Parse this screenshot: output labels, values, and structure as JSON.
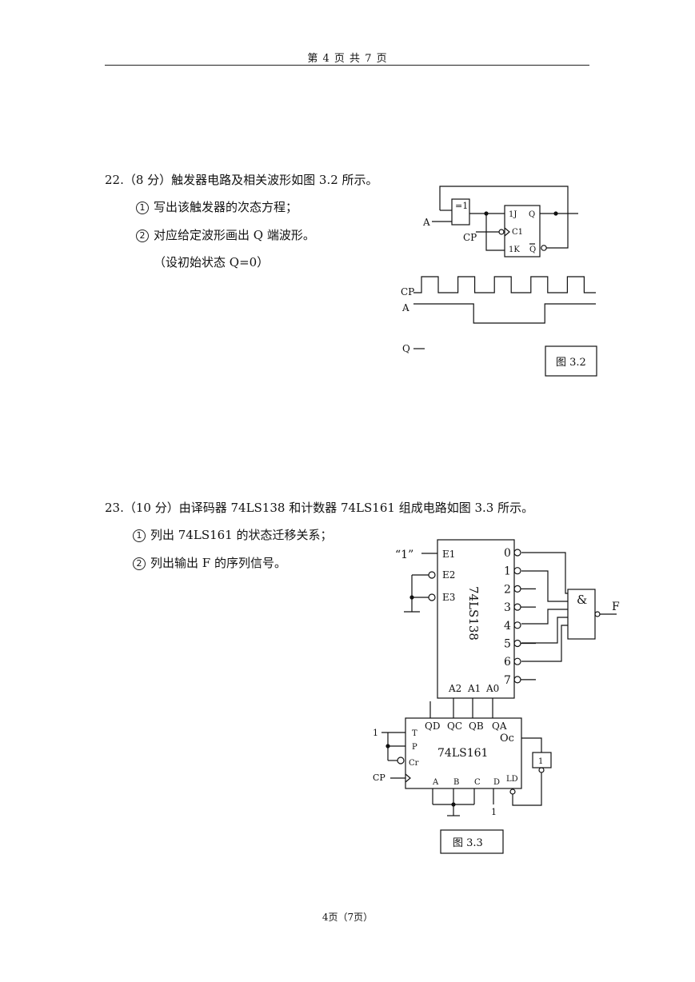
{
  "header": {
    "text": "第 4 页 共 7 页"
  },
  "q22": {
    "title": "22.（8 分）触发器电路及相关波形如图 3.2 所示。",
    "items": [
      {
        "marker": "1",
        "text": "写出该触发器的次态方程；"
      },
      {
        "marker": "2",
        "text": "对应给定波形画出 Q 端波形。"
      }
    ],
    "note": "（设初始状态 Q=0）"
  },
  "fig32": {
    "xor_label": "=1",
    "ff_labels": {
      "j": "1J",
      "c": "C1",
      "k": "1K",
      "q": "Q",
      "qbar": "Q"
    },
    "input_a": "A",
    "input_cp": "CP",
    "wave_cp": "CP",
    "wave_a": "A",
    "wave_q": "Q",
    "caption": "图 3.2",
    "cp_pulses": 5,
    "a_low_interval_fraction": [
      0.33,
      0.72
    ]
  },
  "q23": {
    "title": "23.（10 分）由译码器 74LS138 和计数器 74LS161 组成电路如图 3.3 所示。",
    "items": [
      {
        "marker": "1",
        "text": "列出 74LS161 的状态迁移关系；"
      },
      {
        "marker": "2",
        "text": "列出输出 F 的序列信号。"
      }
    ]
  },
  "fig33": {
    "decoder_name": "74LS138",
    "decoder_inputs": [
      "E1",
      "E2",
      "E3"
    ],
    "decoder_outputs": [
      "0",
      "1",
      "2",
      "3",
      "4",
      "5",
      "6",
      "7"
    ],
    "decoder_address": [
      "A2",
      "A1",
      "A0"
    ],
    "enable_const": "“1”",
    "and_label": "&",
    "output_f": "F",
    "counter_name": "74LS161",
    "counter_outputs": [
      "QD",
      "QC",
      "QB",
      "QA"
    ],
    "counter_carry": "Oc",
    "counter_left": [
      "T",
      "P",
      "Cr"
    ],
    "counter_inputs": [
      "A",
      "B",
      "C",
      "D"
    ],
    "counter_ld": "LD",
    "tp_const": "1",
    "d_const": "1",
    "not_label": "1",
    "cp_label": "CP",
    "caption": "图 3.3"
  },
  "footer": {
    "text": "4页（7页）"
  }
}
